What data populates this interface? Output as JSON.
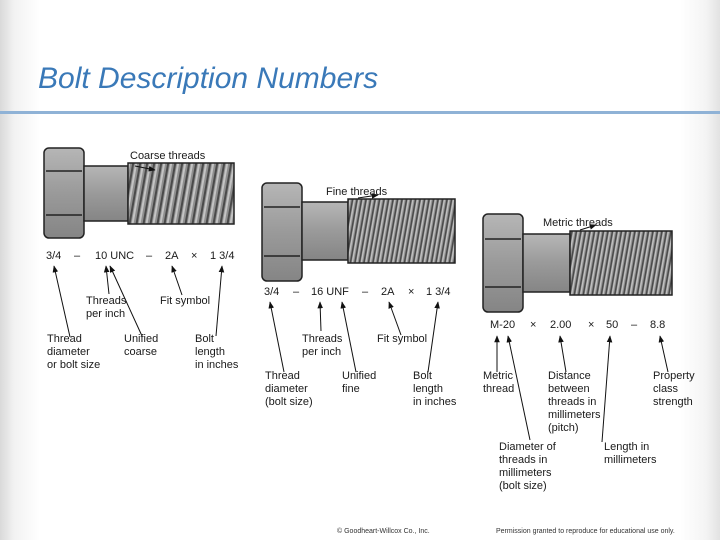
{
  "title": "Bolt Description Numbers",
  "colors": {
    "title": "#3a79b8",
    "rule": "#8fb2d6"
  },
  "bolts": [
    {
      "callout": "Coarse threads",
      "designation": [
        "3/4",
        "–",
        "10 UNC",
        "–",
        "2A",
        "×",
        "1 3/4"
      ],
      "labels": {
        "threads_per_inch": "Threads\nper inch",
        "fit_symbol": "Fit symbol",
        "diameter": "Thread\ndiameter\nor bolt size",
        "series": "Unified\ncoarse",
        "length": "Bolt\nlength\nin inches"
      }
    },
    {
      "callout": "Fine threads",
      "designation": [
        "3/4",
        "–",
        "16 UNF",
        "–",
        "2A",
        "×",
        "1 3/4"
      ],
      "labels": {
        "threads_per_inch": "Threads\nper inch",
        "fit_symbol": "Fit symbol",
        "diameter": "Thread\ndiameter\n(bolt size)",
        "series": "Unified\nfine",
        "length": "Bolt\nlength\nin inches"
      }
    },
    {
      "callout": "Metric threads",
      "designation": [
        "M-20",
        "×",
        "2.00",
        "×",
        "50",
        "–",
        "8.8"
      ],
      "labels": {
        "metric": "Metric\nthread",
        "pitch": "Distance\nbetween\nthreads in\nmillimeters\n(pitch)",
        "property": "Property\nclass\nstrength",
        "diameter": "Diameter of\nthreads in\nmillimeters\n(bolt size)",
        "length": "Length in\nmillimeters"
      }
    }
  ],
  "footer": {
    "left": "© Goodheart-Willcox Co., Inc.",
    "right": "Permission granted to reproduce for educational use only."
  }
}
